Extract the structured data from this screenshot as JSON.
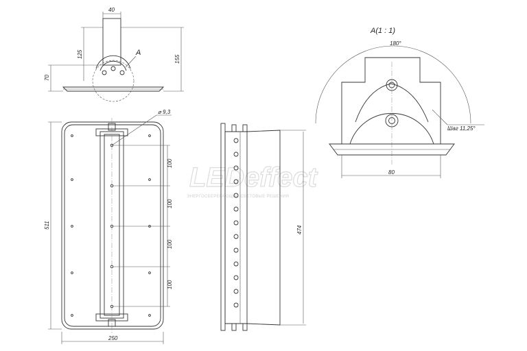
{
  "watermark": {
    "brand": "LEDeffect",
    "tagline": "ЭНЕРГОСБЕРЕГАЮЩИЕ СВЕТОВЫЕ РЕШЕНИЯ"
  },
  "top_view": {
    "dim_width": "40",
    "dim_height_125": "125",
    "dim_height_155": "155",
    "dim_height_70": "70",
    "callout": "A"
  },
  "front_view": {
    "hole_dim": "⌀ 9,3",
    "spacing_1": "100",
    "spacing_2": "100",
    "spacing_3": "100",
    "spacing_4": "100",
    "height": "511",
    "width": "250"
  },
  "side_view": {
    "length": "474"
  },
  "detail_view": {
    "title": "A(1 : 1)",
    "angle": "180°",
    "step": "Шаг 11,25°",
    "width": "80"
  },
  "colors": {
    "line": "#333333",
    "watermark": "#dcdcdc"
  }
}
